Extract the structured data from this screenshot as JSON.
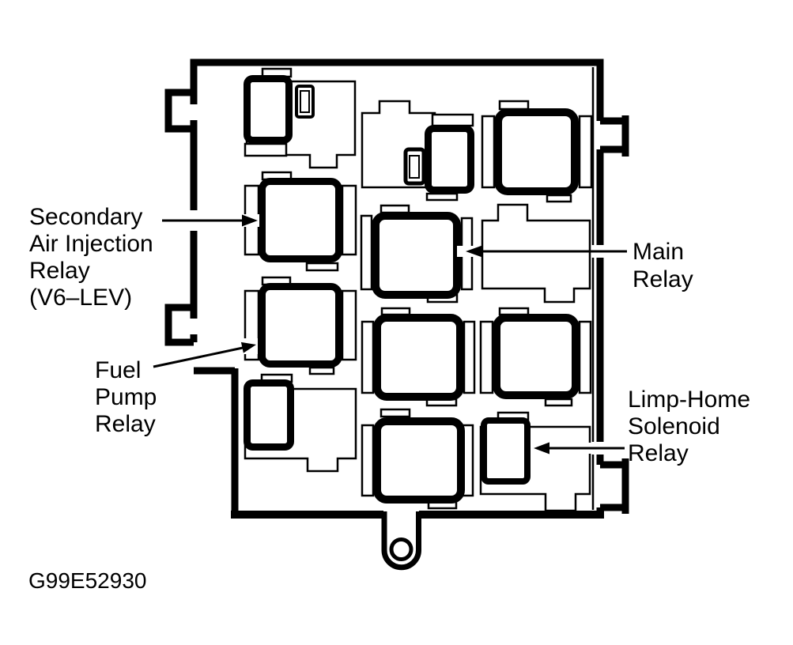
{
  "figure_code": "G99E52930",
  "colors": {
    "ink": "#000000",
    "paper": "#ffffff"
  },
  "labels": {
    "secondary_air_injection_relay": {
      "line1": "Secondary",
      "line2": "Air Injection",
      "line3": "Relay",
      "line4": "(V6–LEV)"
    },
    "fuel_pump_relay": {
      "line1": "Fuel",
      "line2": "Pump",
      "line3": "Relay"
    },
    "main_relay": {
      "line1": "Main",
      "line2": "Relay"
    },
    "limp_home_solenoid_relay": {
      "line1": "Limp-Home",
      "line2": "Solenoid",
      "line3": "Relay"
    }
  }
}
